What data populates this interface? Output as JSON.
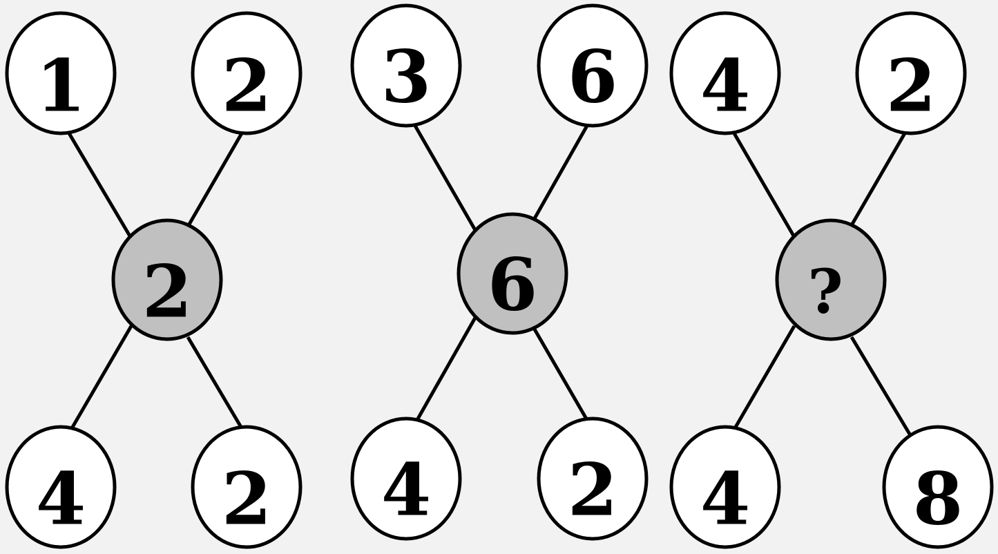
{
  "colors": {
    "background": "#f2f2f2",
    "outer_fill": "#ffffff",
    "center_fill": "#c0c0c0",
    "stroke": "#000000"
  },
  "groups": [
    {
      "center": "2",
      "top_left": "1",
      "top_right": "2",
      "bottom_left": "4",
      "bottom_right": "2"
    },
    {
      "center": "6",
      "top_left": "3",
      "top_right": "6",
      "bottom_left": "4",
      "bottom_right": "2"
    },
    {
      "center": "?",
      "top_left": "4",
      "top_right": "2",
      "bottom_left": "4",
      "bottom_right": "8"
    }
  ]
}
